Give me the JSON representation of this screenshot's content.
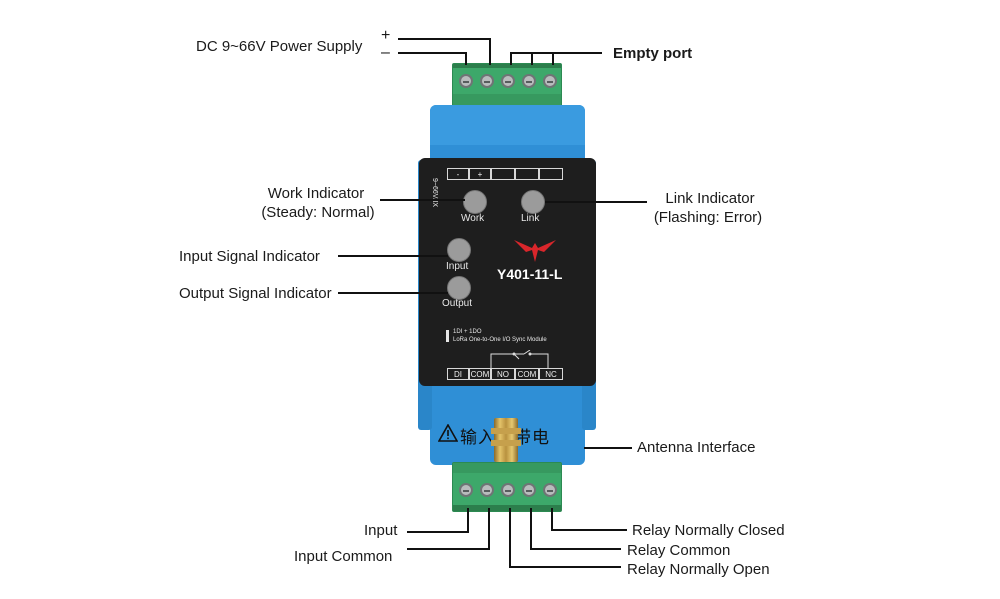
{
  "labels": {
    "power_supply": "DC 9~66V Power Supply",
    "plus": "+",
    "minus": "–",
    "empty_port": "Empty port",
    "work_indicator": "Work Indicator",
    "work_indicator_note": "(Steady: Normal)",
    "link_indicator": "Link Indicator",
    "link_indicator_note": "(Flashing: Error)",
    "input_signal_indicator": "Input Signal Indicator",
    "output_signal_indicator": "Output Signal Indicator",
    "antenna_interface": "Antenna Interface",
    "input": "Input",
    "input_common": "Input Common",
    "relay_normally_closed": "Relay Normally Closed",
    "relay_common": "Relay Common",
    "relay_normally_open": "Relay Normally Open"
  },
  "device": {
    "model": "Y401-11-L",
    "led_work": "Work",
    "led_link": "Link",
    "led_input": "Input",
    "led_output": "Output",
    "side_text": "9~66V/IX",
    "top_terminal_labels": [
      "-",
      "+",
      "",
      "",
      ""
    ],
    "desc_line1": "1DI + 1DO",
    "desc_line2": "LoRa One-to-One I/O Sync Module",
    "bottom_terminal_labels": [
      "DI",
      "COM",
      "NO",
      "COM",
      "NC"
    ],
    "warning_text": "输入禁带电",
    "colors": {
      "housing": "#2f8fd6",
      "panel": "#1e1e1e",
      "terminal": "#3da86a",
      "logo": "#d9262b"
    }
  }
}
